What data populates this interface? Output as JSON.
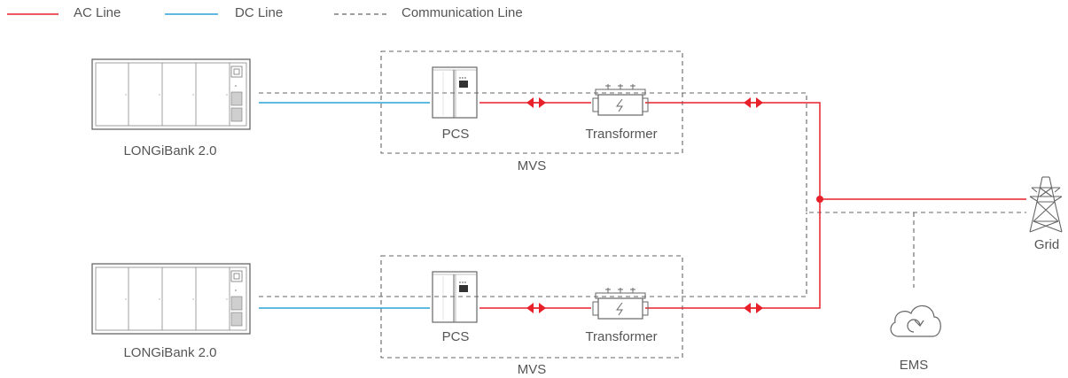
{
  "legend": {
    "ac": "AC Line",
    "dc": "DC Line",
    "comm": "Communication Line"
  },
  "colors": {
    "ac_line": "#e8202a",
    "dc_line": "#2ba4d6",
    "comm_line": "#666666",
    "equipment_stroke": "#666666",
    "text": "#555555"
  },
  "units": [
    {
      "battery_label": "LONGiBank 2.0",
      "pcs_label": "PCS",
      "transformer_label": "Transformer",
      "mvs_label": "MVS"
    },
    {
      "battery_label": "LONGiBank 2.0",
      "pcs_label": "PCS",
      "transformer_label": "Transformer",
      "mvs_label": "MVS"
    }
  ],
  "grid": {
    "label": "Grid",
    "icon": "transmission-tower-icon"
  },
  "ems": {
    "label": "EMS",
    "icon": "cloud-sync-icon"
  }
}
